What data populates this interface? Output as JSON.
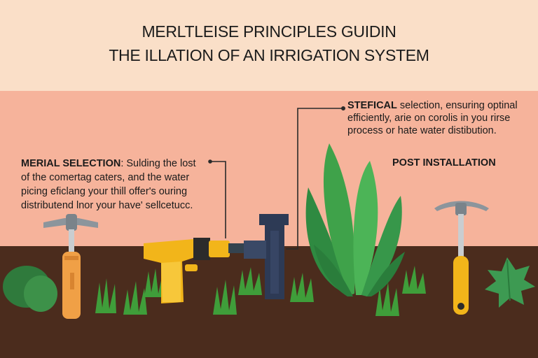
{
  "title": {
    "line1": "MERLTLEISE PRINCIPLES GUIDIN",
    "line2": "THE ILLATION OF AN IRRIGATION SYSTEM"
  },
  "callout_right": {
    "label": "STEFICAL",
    "line1_rest": " selection, ensuring optinal",
    "line2": "efficiently, arie on corolis in you rirse",
    "line3": "process or hate water distibution."
  },
  "callout_left": {
    "label": "MERIAL SELECTION",
    "line1_rest": ": Sulding the lost",
    "line2": "of the comertag caters, and the water",
    "line3": "picing eficlang your thill offer's ouring",
    "line4": "distributend lnor your have' sellcetucc."
  },
  "callout_post": {
    "label": "POST INSTALLATION"
  },
  "colors": {
    "sky_top": "#fadfc8",
    "sky_mid": "#f6b39b",
    "soil": "#4b2c1d",
    "drill_yellow": "#f2b51a",
    "pipe": "#2d3a55",
    "plant_green": "#3fa24a",
    "tool_gray": "#8c959c",
    "handle_orange": "#f0a046"
  },
  "icons": [
    "hammer-icon",
    "drill-icon",
    "pipe-icon",
    "plant-icon",
    "pickaxe-icon",
    "leaf-icon",
    "grass-icon"
  ]
}
